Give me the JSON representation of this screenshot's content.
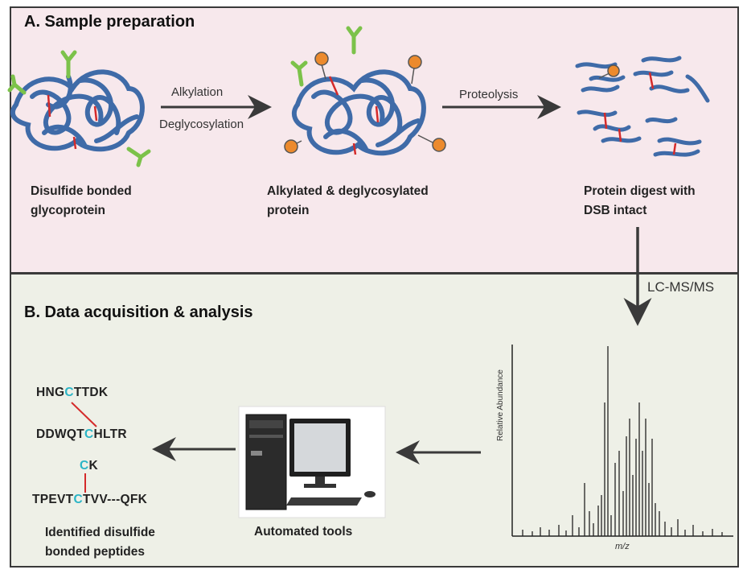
{
  "panel_a": {
    "title": "A. Sample preparation",
    "stage1_label_line1": "Disulfide bonded",
    "stage1_label_line2": "glycoprotein",
    "step1_line1": "Alkylation",
    "step1_line2": "Deglycosylation",
    "stage2_label_line1": "Alkylated & deglycosylated",
    "stage2_label_line2": "protein",
    "step2": "Proteolysis",
    "stage3_label_line1": "Protein digest with",
    "stage3_label_line2": "DSB intact"
  },
  "transition": {
    "label": "LC-MS/MS"
  },
  "panel_b": {
    "title": "B. Data acquisition & analysis",
    "spectrum_ylabel": "Relative Abundance",
    "spectrum_xlabel": "m/z",
    "computer_label": "Automated tools",
    "result_label_line1": "Identified disulfide",
    "result_label_line2": "bonded peptides",
    "peptide1": {
      "pre": "HNG",
      "cys": "C",
      "post": "TTDK"
    },
    "peptide2": {
      "pre": "DDWQT",
      "cys": "C",
      "post": "HLTR"
    },
    "peptide3": {
      "pre": "",
      "cys": "C",
      "post": "K"
    },
    "peptide4": {
      "pre": "TPEVT",
      "cys": "C",
      "post": "TVV---QFK"
    }
  },
  "colors": {
    "panel_a_bg": "#f7e8ec",
    "panel_b_bg": "#eef0e7",
    "protein_chain": "#3f6ba8",
    "disulfide_bond": "#d42a2a",
    "glycan": "#7cc24a",
    "alkyl_group": "#ec8a2d",
    "cysteine": "#2bb5c6",
    "arrow": "#3a3a3a"
  }
}
